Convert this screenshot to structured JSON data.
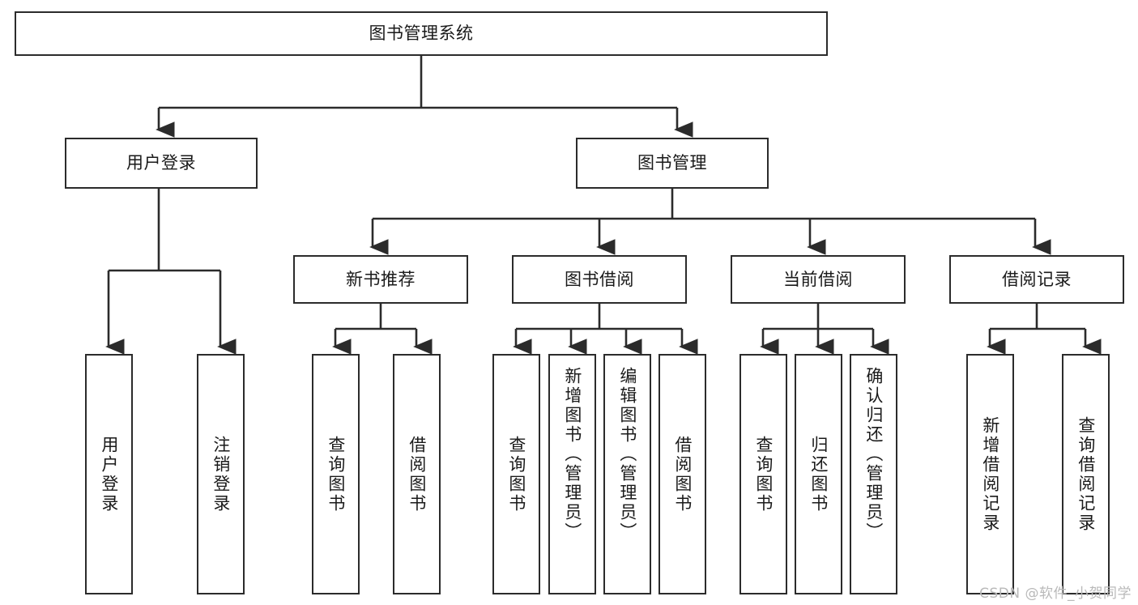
{
  "diagram": {
    "title": "图书管理系统",
    "type": "tree",
    "watermark": "CSDN @软件_小贺同学",
    "colors": {
      "box_border": "#2b2b2b",
      "box_fill": "#ffffff",
      "connector": "#2b2b2b",
      "text": "#1a1a1a",
      "watermark": "#b9b9b9"
    },
    "root": {
      "label": "图书管理系统"
    },
    "level2": [
      {
        "label": "用户登录"
      },
      {
        "label": "图书管理"
      }
    ],
    "level3": [
      {
        "label": "新书推荐"
      },
      {
        "label": "图书借阅"
      },
      {
        "label": "当前借阅"
      },
      {
        "label": "借阅记录"
      }
    ],
    "leaves": {
      "user_login": [
        {
          "label": "用户登录"
        },
        {
          "label": "注销登录"
        }
      ],
      "new_book": [
        {
          "label": "查询图书"
        },
        {
          "label": "借阅图书"
        }
      ],
      "book_borrow": [
        {
          "label": "查询图书"
        },
        {
          "label": "新增图书（管理员）"
        },
        {
          "label": "编辑图书（管理员）"
        },
        {
          "label": "借阅图书"
        }
      ],
      "current_borrow": [
        {
          "label": "查询图书"
        },
        {
          "label": "归还图书"
        },
        {
          "label": "确认归还（管理员）"
        }
      ],
      "borrow_record": [
        {
          "label": "新增借阅记录"
        },
        {
          "label": "查询借阅记录"
        }
      ]
    }
  }
}
